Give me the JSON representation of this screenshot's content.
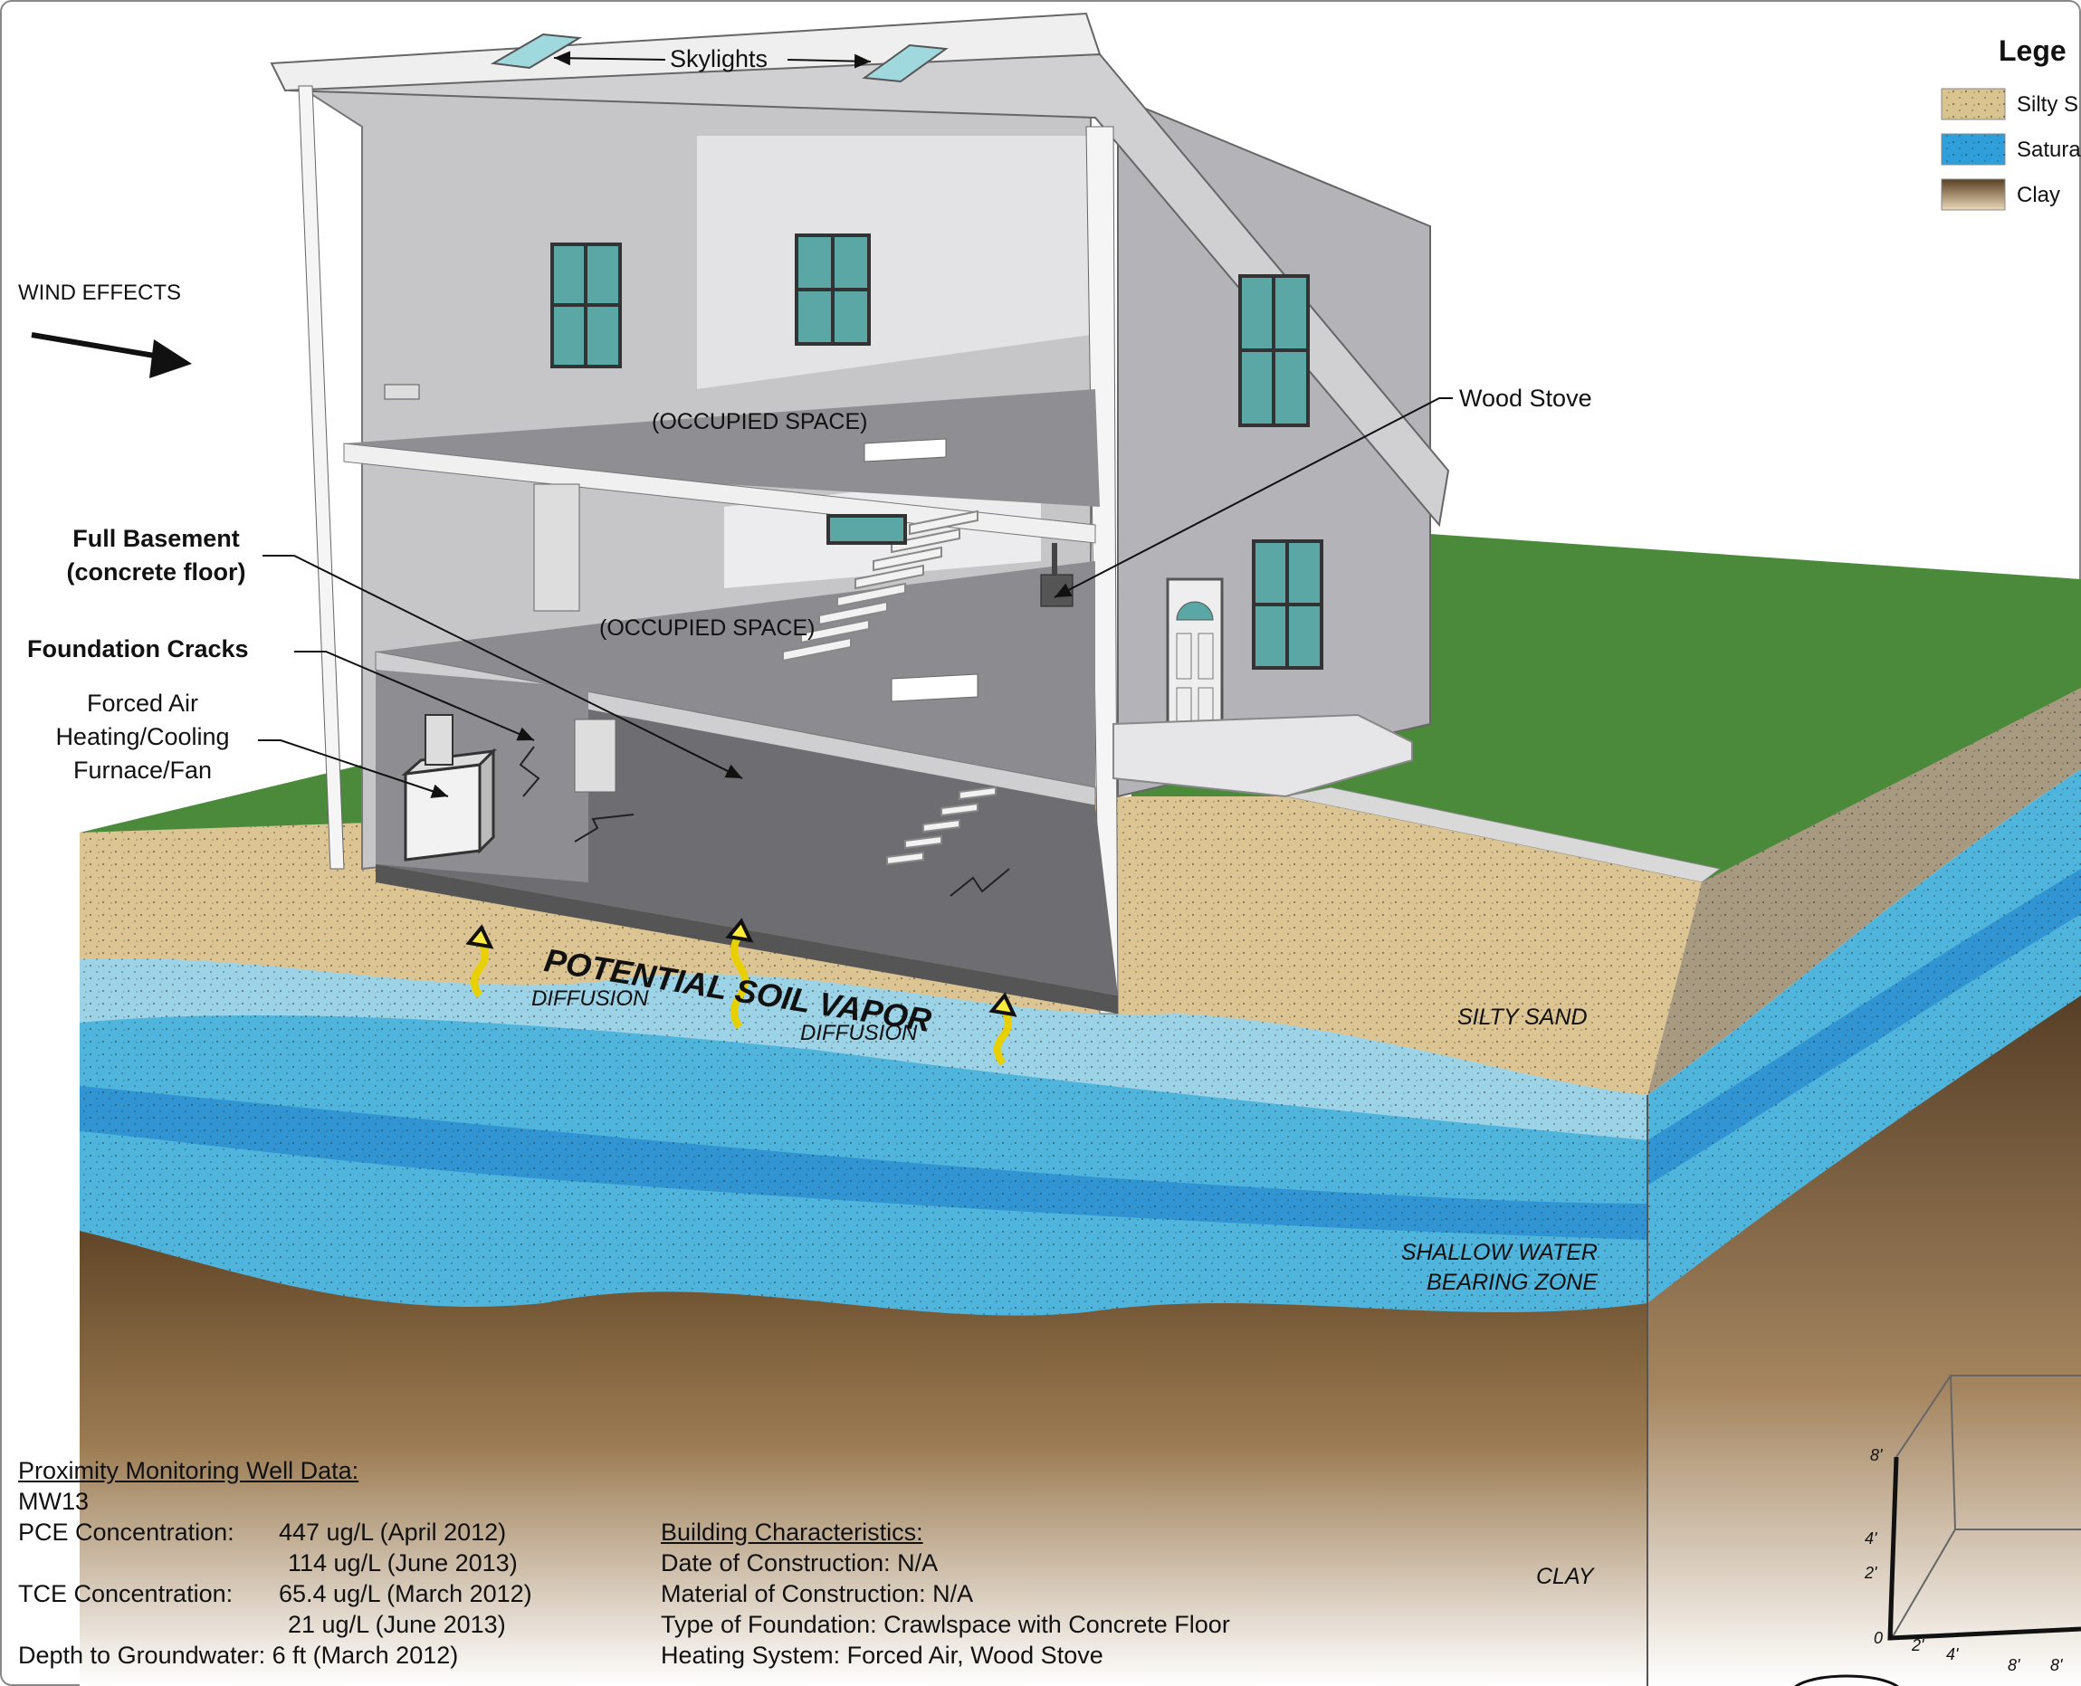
{
  "callouts": {
    "skylights": "Skylights",
    "wind_effects": "WIND EFFECTS",
    "wood_stove": "Wood Stove",
    "full_basement_line1": "Full Basement",
    "full_basement_line2": "(concrete floor)",
    "foundation_cracks": "Foundation Cracks",
    "forced_air_line1": "Forced Air",
    "forced_air_line2": "Heating/Cooling",
    "forced_air_line3": "Furnace/Fan",
    "occupied_upper": "(OCCUPIED SPACE)",
    "occupied_lower": "(OCCUPIED SPACE)"
  },
  "soil_labels": {
    "potential_soil_vapor": "POTENTIAL SOIL VAPOR",
    "diffusion_1": "DIFFUSION",
    "diffusion_2": "DIFFUSION",
    "silty_sand": "SILTY SAND",
    "shallow_water_line1": "SHALLOW WATER",
    "shallow_water_line2": "BEARING ZONE",
    "clay": "CLAY"
  },
  "legend": {
    "title": "Lege",
    "items": [
      {
        "label": "Silty S",
        "color": "#d9c38f"
      },
      {
        "label": "Satura",
        "color": "#2f9fdc"
      },
      {
        "label": "Clay",
        "color": "#8a6a46"
      }
    ]
  },
  "well_data": {
    "heading": "Proximity Monitoring Well Data:",
    "well": "MW13",
    "pce_label": "PCE Concentration:",
    "pce_value_1": "447 ug/L (April 2012)",
    "pce_value_2": "114 ug/L (June 2013)",
    "tce_label": "TCE Concentration:",
    "tce_value_1": "65.4 ug/L (March 2012)",
    "tce_value_2": "21 ug/L (June 2013)",
    "depth": "Depth to Groundwater: 6 ft (March 2012)"
  },
  "building": {
    "heading": "Building Characteristics:",
    "date": "Date of Construction: N/A",
    "material": "Material of Construction: N/A",
    "foundation": "Type of Foundation: Crawlspace with Concrete Floor",
    "heating": "Heating System: Forced Air, Wood Stove"
  },
  "scale": {
    "left_ticks": [
      "8'",
      "4'",
      "2'"
    ],
    "bottom_ticks": [
      "0",
      "2'",
      "4'",
      "8'",
      "8'"
    ]
  },
  "colors": {
    "silty_sand": "#dcc592",
    "water_light": "#9dd3e6",
    "water_mid": "#4fb5dd",
    "water_dark": "#2a8fd0",
    "clay": "#8a6a46",
    "grass": "#4a8a3a",
    "wall": "#bdbdc0"
  }
}
